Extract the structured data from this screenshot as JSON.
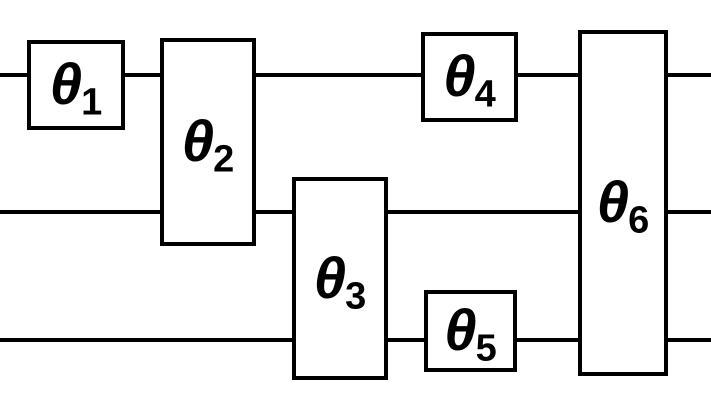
{
  "diagram_type": "quantum-circuit",
  "colors": {
    "wire": "#000000",
    "gate_border": "#000000",
    "gate_fill": "#ffffff",
    "background": "#ffffff"
  },
  "wire_count": 3,
  "gates": [
    {
      "label": "θ",
      "sub": "1"
    },
    {
      "label": "θ",
      "sub": "2"
    },
    {
      "label": "θ",
      "sub": "3"
    },
    {
      "label": "θ",
      "sub": "4"
    },
    {
      "label": "θ",
      "sub": "5"
    },
    {
      "label": "θ",
      "sub": "6"
    }
  ]
}
